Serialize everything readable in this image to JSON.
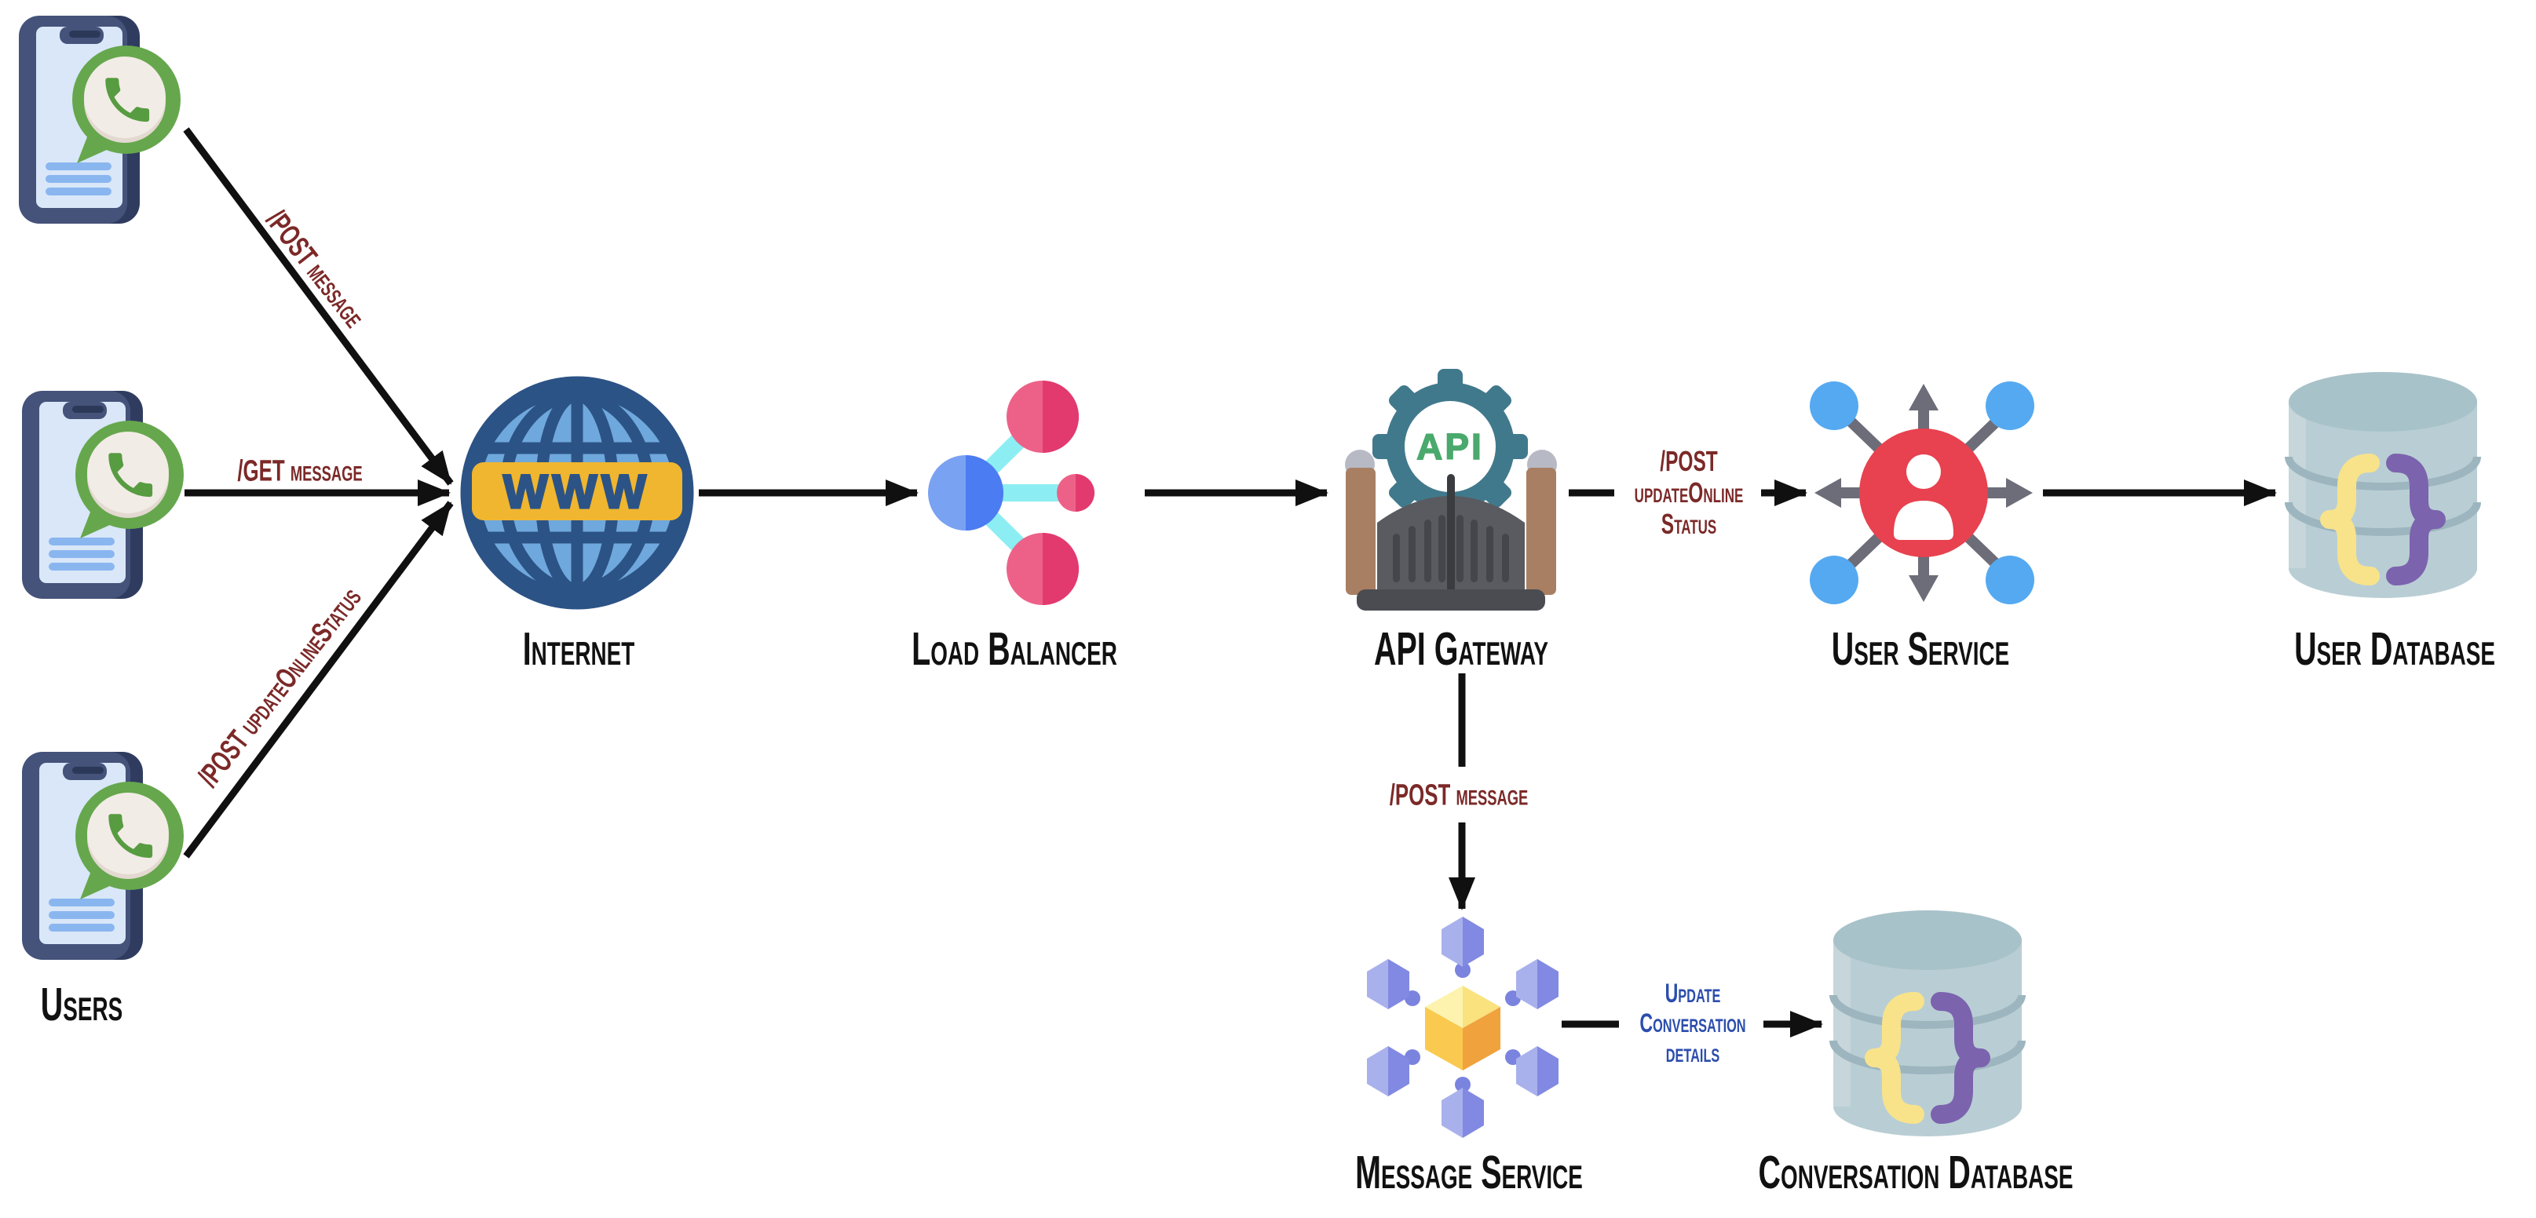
{
  "diagram": {
    "background": "#ffffff",
    "nodes": {
      "users": {
        "label": "Users"
      },
      "internet": {
        "label": "Internet",
        "banner_text": "WWW"
      },
      "load_balancer": {
        "label": "Load Balancer"
      },
      "api_gateway": {
        "label": "API Gateway",
        "icon_text": "API"
      },
      "user_service": {
        "label": "User Service"
      },
      "user_database": {
        "label": "User Database"
      },
      "message_service": {
        "label": "Message Service"
      },
      "conversation_database": {
        "label": "Conversation Database"
      }
    },
    "edges": {
      "user1_to_internet": {
        "label": "/POST message"
      },
      "user2_to_internet": {
        "label": "/GET message"
      },
      "user3_to_internet": {
        "label": "/POST updateOnlineStatus"
      },
      "gateway_to_user_service": {
        "lines": [
          "/POST",
          "updateOnline",
          "Status"
        ]
      },
      "gateway_to_message_service": {
        "label": "/POST message"
      },
      "message_service_to_conversation_db": {
        "lines": [
          "Update",
          "Conversation",
          "details"
        ]
      }
    },
    "colors": {
      "arrow": "#101010",
      "endpoint_label_maroon": "#7b2928",
      "action_label_blue": "#2b4dad",
      "node_label": "#111111",
      "whatsapp_green": "#66a74d",
      "phone_body": "#45527a",
      "globe_navy": "#2c5386",
      "globe_blue": "#6fa8dc",
      "banner_yellow": "#f0b62f",
      "lb_blue": "#4c7cf2",
      "lb_pink": "#e23a6e",
      "lb_cyan": "#8ceef2",
      "gear_teal": "#41798c",
      "api_green": "#4aa96c",
      "gate_gray": "#575757",
      "post_brown": "#a87f63",
      "service_red": "#e8414f",
      "service_blue": "#55a9f1",
      "spoke_gray": "#6c6d78",
      "db_body": "#b9ced4",
      "db_top": "#a8c2c9",
      "brace_yellow": "#f8e38b",
      "brace_purple": "#7c63ae",
      "hex_periwinkle": "#8289e2",
      "cube_yellow": "#f9ca4f",
      "cube_orange": "#f0a23d"
    }
  }
}
